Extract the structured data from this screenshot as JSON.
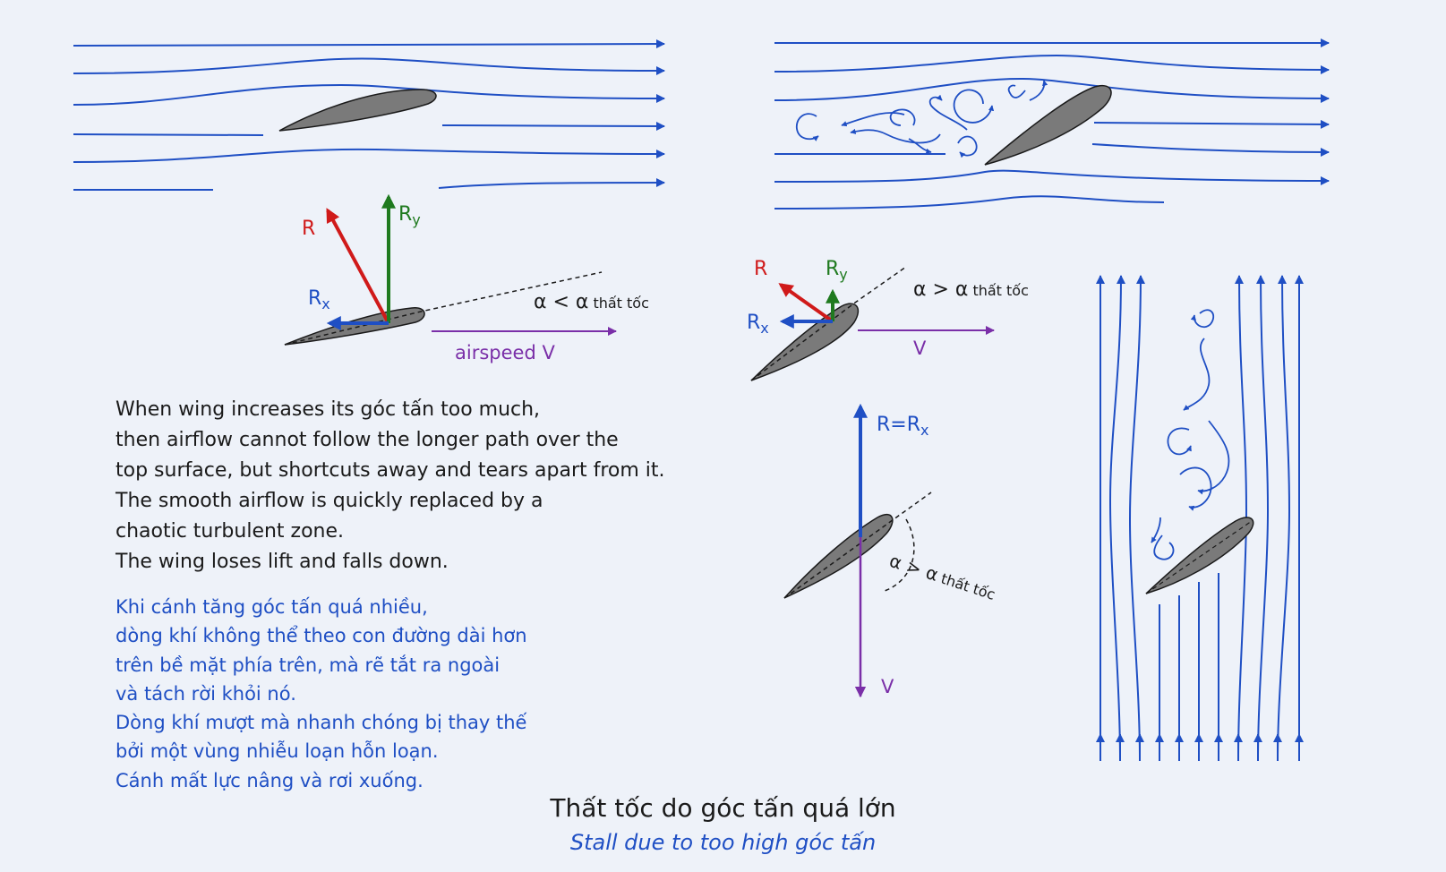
{
  "labels": {
    "r": "R",
    "rx": "R",
    "rx_sub": "x",
    "ry": "R",
    "ry_sub": "y",
    "alpha_less": "α < α",
    "alpha_greater": "α > α",
    "stall_sub": "thất tốc",
    "airspeed": "airspeed V",
    "v": "V",
    "r_eq_rx": "R=R",
    "r_eq_rx_sub": "x"
  },
  "text_en": [
    "When wing increases its góc tấn too much,",
    "then airflow cannot follow the longer path over the",
    "top surface, but shortcuts away and tears apart from it.",
    "The smooth airflow is quickly replaced by a",
    "chaotic turbulent zone.",
    "The wing loses lift and falls down."
  ],
  "text_vi": [
    "Khi cánh tăng góc tấn quá nhiều,",
    "dòng khí không thể theo con đường dài hơn",
    "trên bề mặt phía trên, mà rẽ tắt ra ngoài",
    "và tách rời khỏi nó.",
    "Dòng khí mượt mà nhanh chóng bị thay thế",
    "bởi một vùng nhiễu loạn hỗn loạn.",
    "Cánh mất lực nâng và rơi xuống."
  ],
  "title_vi": "Thất tốc do góc tấn quá lớn",
  "title_en": "Stall due to too high góc tấn",
  "colors": {
    "background": "#eef2f9",
    "streamline": "#1f4fc4",
    "lift_total": "#d01a1a",
    "lift_y": "#1f7a1f",
    "drag_x": "#1f4fc4",
    "airspeed": "#7a2fa8",
    "airfoil_fill": "#7a7a7a"
  }
}
